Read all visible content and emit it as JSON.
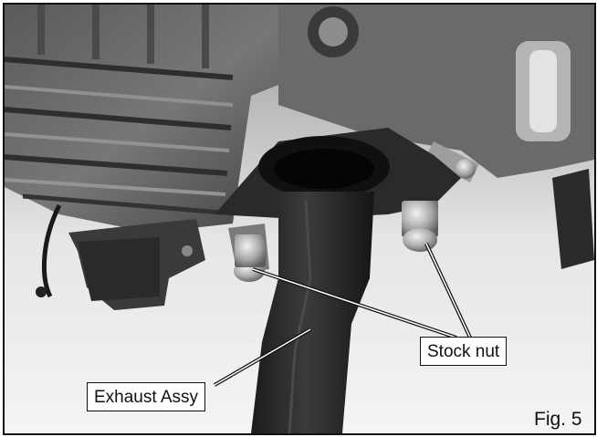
{
  "callouts": {
    "stock_nut": "Stock nut",
    "exhaust_assy": "Exhaust Assy"
  },
  "figure": {
    "label": "Fig. 5"
  },
  "colors": {
    "frame_border": "#111111",
    "label_bg": "#ffffff",
    "photo_tone": "grayscale"
  }
}
